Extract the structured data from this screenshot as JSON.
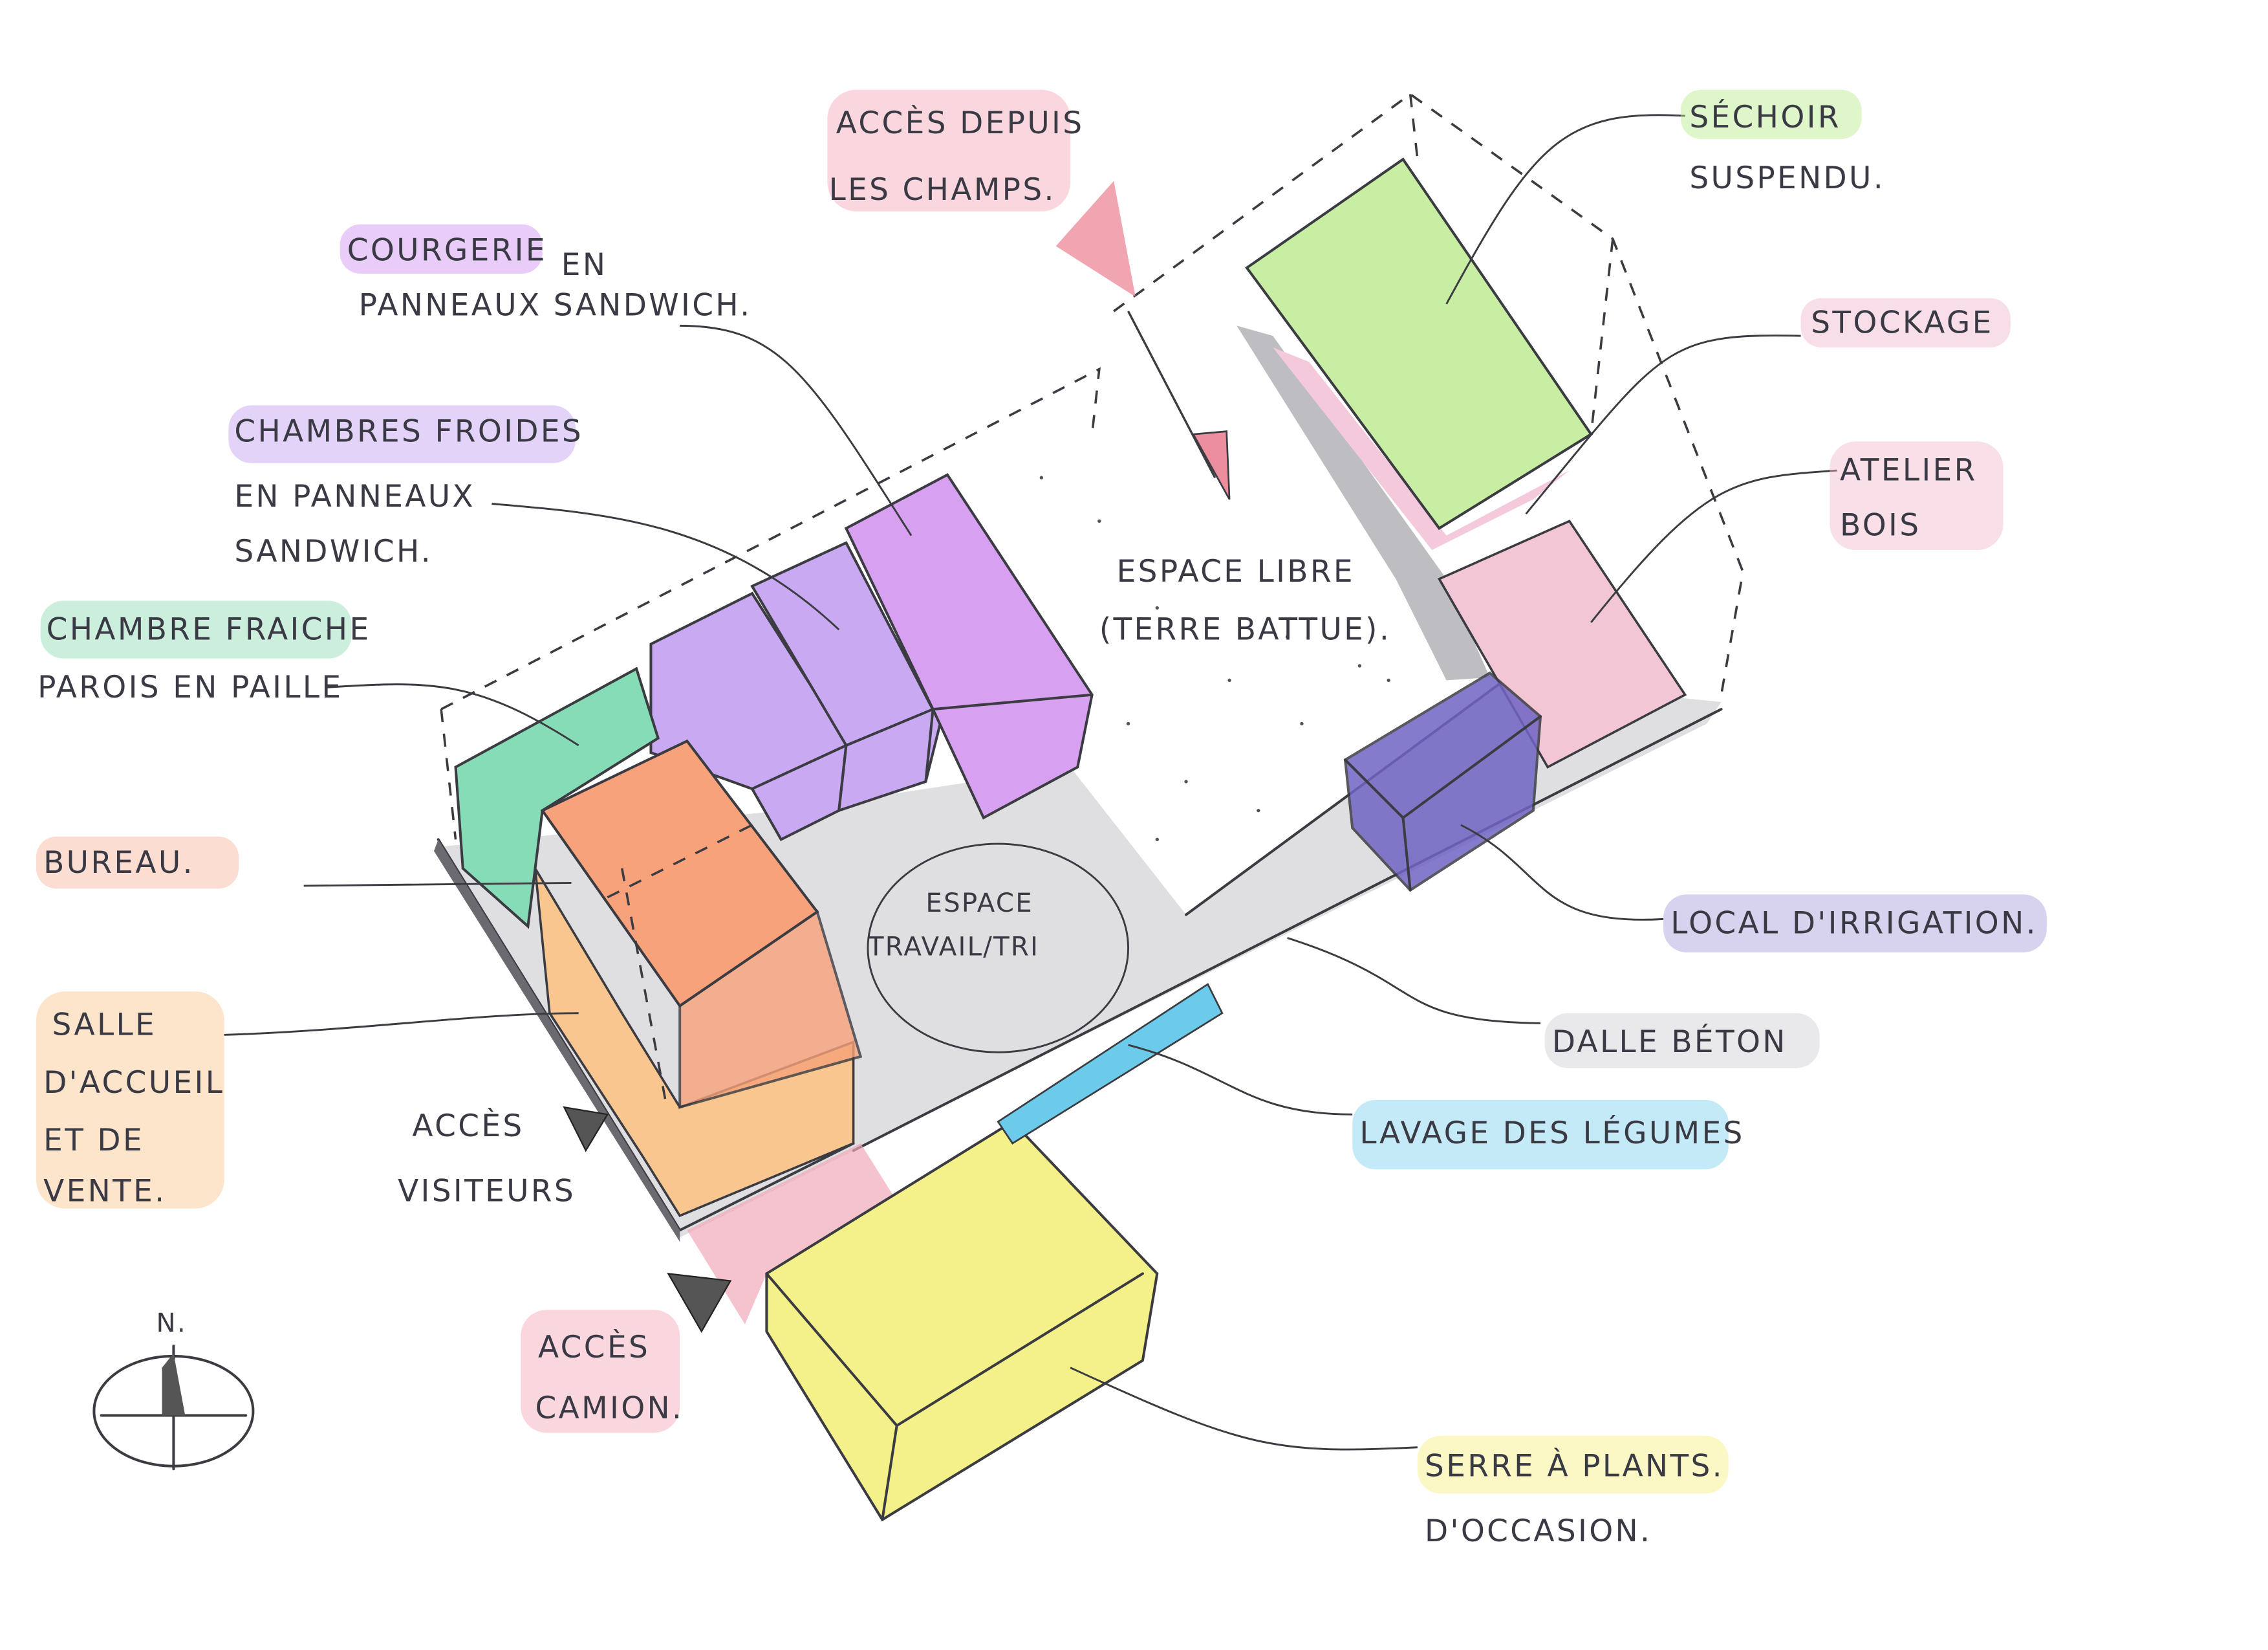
{
  "labels": {
    "acces_champs": [
      "ACCÈS DEPUIS",
      "LES CHAMPS."
    ],
    "sechoir": [
      "SÉCHOIR",
      "SUSPENDU."
    ],
    "courgerie": [
      "COURGERIE",
      "EN",
      "PANNEAUX SANDWICH."
    ],
    "stockage": "STOCKAGE",
    "chambres_froides": [
      "CHAMBRES FROIDES",
      "EN PANNEAUX",
      "SANDWICH."
    ],
    "atelier": [
      "ATELIER",
      "BOIS"
    ],
    "espace_libre": [
      "ESPACE LIBRE",
      "(TERRE BATTUE)."
    ],
    "chambre_fraiche": [
      "CHAMBRE FRAICHE",
      "PAROIS EN PAILLE"
    ],
    "bureau": "BUREAU.",
    "espace_travail": [
      "ESPACE",
      "TRAVAIL/TRI"
    ],
    "local_irrigation": "LOCAL D'IRRIGATION.",
    "salle_accueil": [
      "SALLE",
      "D'ACCUEIL",
      "ET DE",
      "VENTE."
    ],
    "acces_visiteurs": [
      "ACCÈS",
      "VISITEURS"
    ],
    "dalle_beton": "DALLE BÉTON",
    "lavage": "LAVAGE DES LÉGUMES",
    "acces_camion": [
      "ACCÈS",
      "CAMION."
    ],
    "serre": [
      "SERRE À PLANTS.",
      "D'OCCASION."
    ],
    "north": "N."
  },
  "colors": {
    "chambre_fraiche": "#86dcb6",
    "chambres_froides": "#c9a9f2",
    "courgerie": "#d7a0f0",
    "bureau": "#f7a27a",
    "salle_accueil": "#f9c690",
    "sechoir": "#c8eea4",
    "stockage": "#f4c9dc",
    "atelier": "#f2c6d4",
    "local_irrigation": "#7064c4",
    "lavage": "#6ccbea",
    "serre": "#f4f08a",
    "acces_camion": "#f0a9b8",
    "dalle_beton": "#d9d9dc",
    "acces_champs_arrow": "#ec8e9e"
  }
}
